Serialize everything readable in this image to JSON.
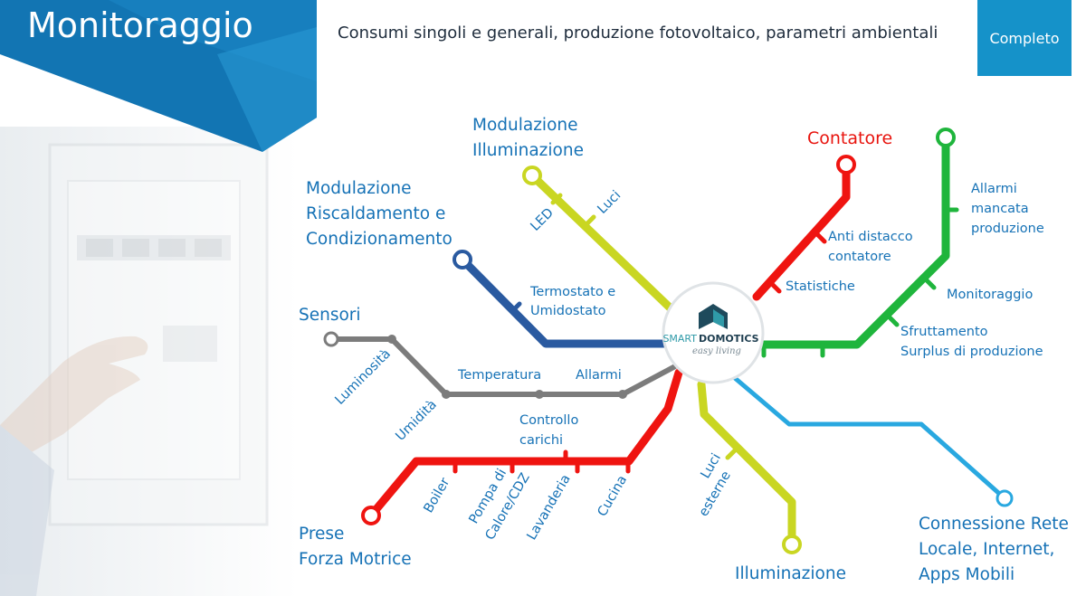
{
  "header": {
    "title": "Monitoraggio",
    "subtitle": "Consumi singoli e generali, produzione fotovoltaico, parametri ambientali",
    "badge": "Completo"
  },
  "logo": {
    "brand_left": "SMART",
    "brand_right": "DOMOTICS",
    "tagline": "easy living"
  },
  "lines": {
    "modulazione_illuminazione": {
      "title_1": "Modulazione",
      "title_2": "Illuminazione",
      "stops": [
        "LED",
        "Luci"
      ],
      "color": "#c9d622"
    },
    "riscaldamento": {
      "title_1": "Modulazione",
      "title_2": "Riscaldamento e",
      "title_3": "Condizionamento",
      "stops": [
        "Termostato e",
        "Umidostato"
      ],
      "color": "#2a5aa0"
    },
    "sensori": {
      "title": "Sensori",
      "stops": [
        "Luminosità",
        "Umidità",
        "Temperatura",
        "Allarmi"
      ],
      "color": "#7c7c7c"
    },
    "prese": {
      "title_1": "Prese",
      "title_2": "Forza Motrice",
      "stops": [
        "Boiler",
        "Pompa di",
        "Calore/CDZ",
        "Lavanderia",
        "Cucina",
        "Controllo",
        "carichi"
      ],
      "color": "#ef1410"
    },
    "illuminazione": {
      "title": "Illuminazione",
      "stops": [
        "Luci",
        "esterne"
      ],
      "color": "#c9d622"
    },
    "connessione": {
      "title_1": "Connessione Rete",
      "title_2": "Locale, Internet,",
      "title_3": "Apps Mobili",
      "color": "#29a8e0"
    },
    "contatore": {
      "title": "Contatore",
      "stops": [
        "Anti distacco",
        "contatore",
        "Statistiche"
      ],
      "color": "#ef1410"
    },
    "allarmi": {
      "stops": [
        "Allarmi",
        "mancata",
        "produzione",
        "Monitoraggio",
        "Sfruttamento",
        "Surplus di produzione"
      ],
      "color": "#1fb53c"
    }
  }
}
